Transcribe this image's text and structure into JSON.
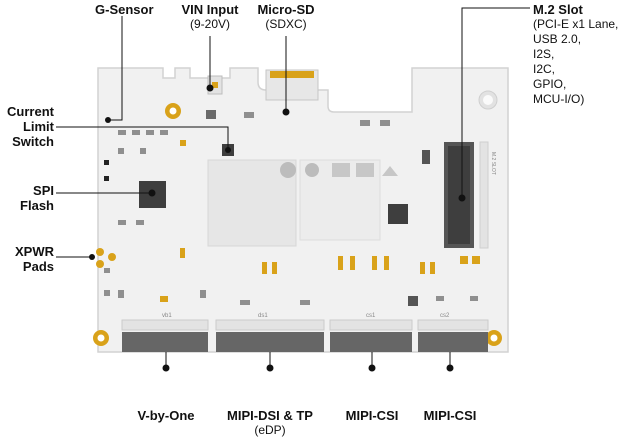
{
  "labels": {
    "g_sensor": "G-Sensor",
    "vin_title": "VIN Input",
    "vin_sub": "(9-20V)",
    "sd_title": "Micro-SD",
    "sd_sub": "(SDXC)",
    "m2_title": "M.2 Slot",
    "m2_lines": [
      "(PCI-E x1 Lane,",
      "USB 2.0,",
      "I2S,",
      "I2C,",
      "GPIO,",
      "MCU-I/O)"
    ],
    "current_limit_lines": [
      "Current",
      "Limit",
      "Switch"
    ],
    "spi_lines": [
      "SPI",
      "Flash"
    ],
    "xpwr_lines": [
      "XPWR",
      "Pads"
    ],
    "vbyone": "V-by-One",
    "mipi_dsi_title": "MIPI-DSI & TP",
    "mipi_dsi_sub": "(eDP)",
    "mipi_csi_1": "MIPI-CSI",
    "mipi_csi_2": "MIPI-CSI"
  },
  "silkscreen": {
    "conn_1": "vb1",
    "conn_2": "ds1",
    "conn_3": "cs1",
    "conn_4": "cs2",
    "m2_text": "M.2 SLOT"
  },
  "colors": {
    "board": "#f1f1f1",
    "board_edge": "#d2d2d2",
    "component": "#3e3e3e",
    "connector": "#666666",
    "gold": "#d9a21a",
    "leader": "#111111"
  }
}
